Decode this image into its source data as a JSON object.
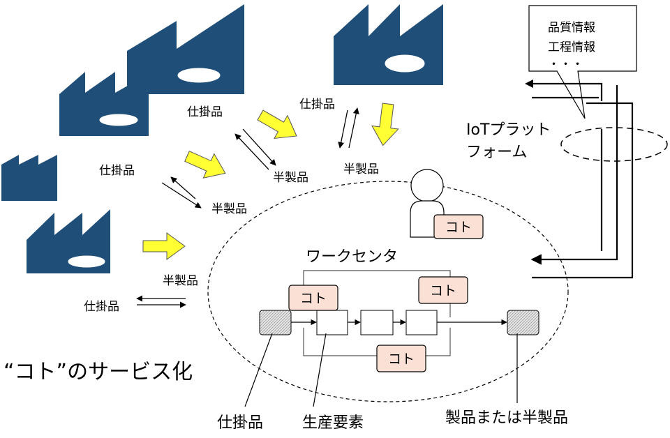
{
  "labels": {
    "wip_1": "仕掛品",
    "wip_2": "仕掛品",
    "wip_3": "仕掛品",
    "wip_4": "仕掛品",
    "semi_1": "半製品",
    "semi_2": "半製品",
    "semi_3": "半製品",
    "semi_4": "半製品"
  },
  "callout": {
    "line1": "品質情報",
    "line2": "工程情報",
    "line3": "・・・"
  },
  "platform": {
    "line1": "IoTプラット",
    "line2": "フォーム"
  },
  "workcenter": {
    "title": "ワークセンタ"
  },
  "koto": {
    "worker": "コト",
    "wc_left": "コト",
    "wc_right": "コト",
    "wc_bottom": "コト"
  },
  "service_title": "“コト”のサービス化",
  "bottom": {
    "wip": "仕掛品",
    "element": "生産要素",
    "product": "製品または半製品"
  },
  "colors": {
    "factory": "#1f4e79",
    "arrow_fill": "#ffff33",
    "koto_fill": "#fbe1d5"
  }
}
